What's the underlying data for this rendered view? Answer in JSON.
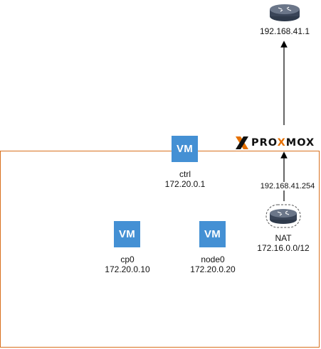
{
  "diagram": {
    "upstream_router": {
      "label": "192.168.41.1"
    },
    "proxmox_logo": {
      "text_before": "PRO",
      "text_x": "X",
      "text_after": "MOX",
      "colors": {
        "accent": "#e57000",
        "dark": "#111111"
      }
    },
    "nat_router": {
      "link_label": "192.168.41.254",
      "name": "NAT",
      "subnet": "172.16.0.0/12"
    },
    "vms": [
      {
        "icon_text": "VM",
        "name": "ctrl",
        "ip": "172.20.0.1"
      },
      {
        "icon_text": "VM",
        "name": "cp0",
        "ip": "172.20.0.10"
      },
      {
        "icon_text": "VM",
        "name": "node0",
        "ip": "172.20.0.20"
      }
    ],
    "colors": {
      "frame_border": "#d9701e",
      "vm_fill": "#4490d4",
      "router_fill": "#3a4558"
    }
  }
}
